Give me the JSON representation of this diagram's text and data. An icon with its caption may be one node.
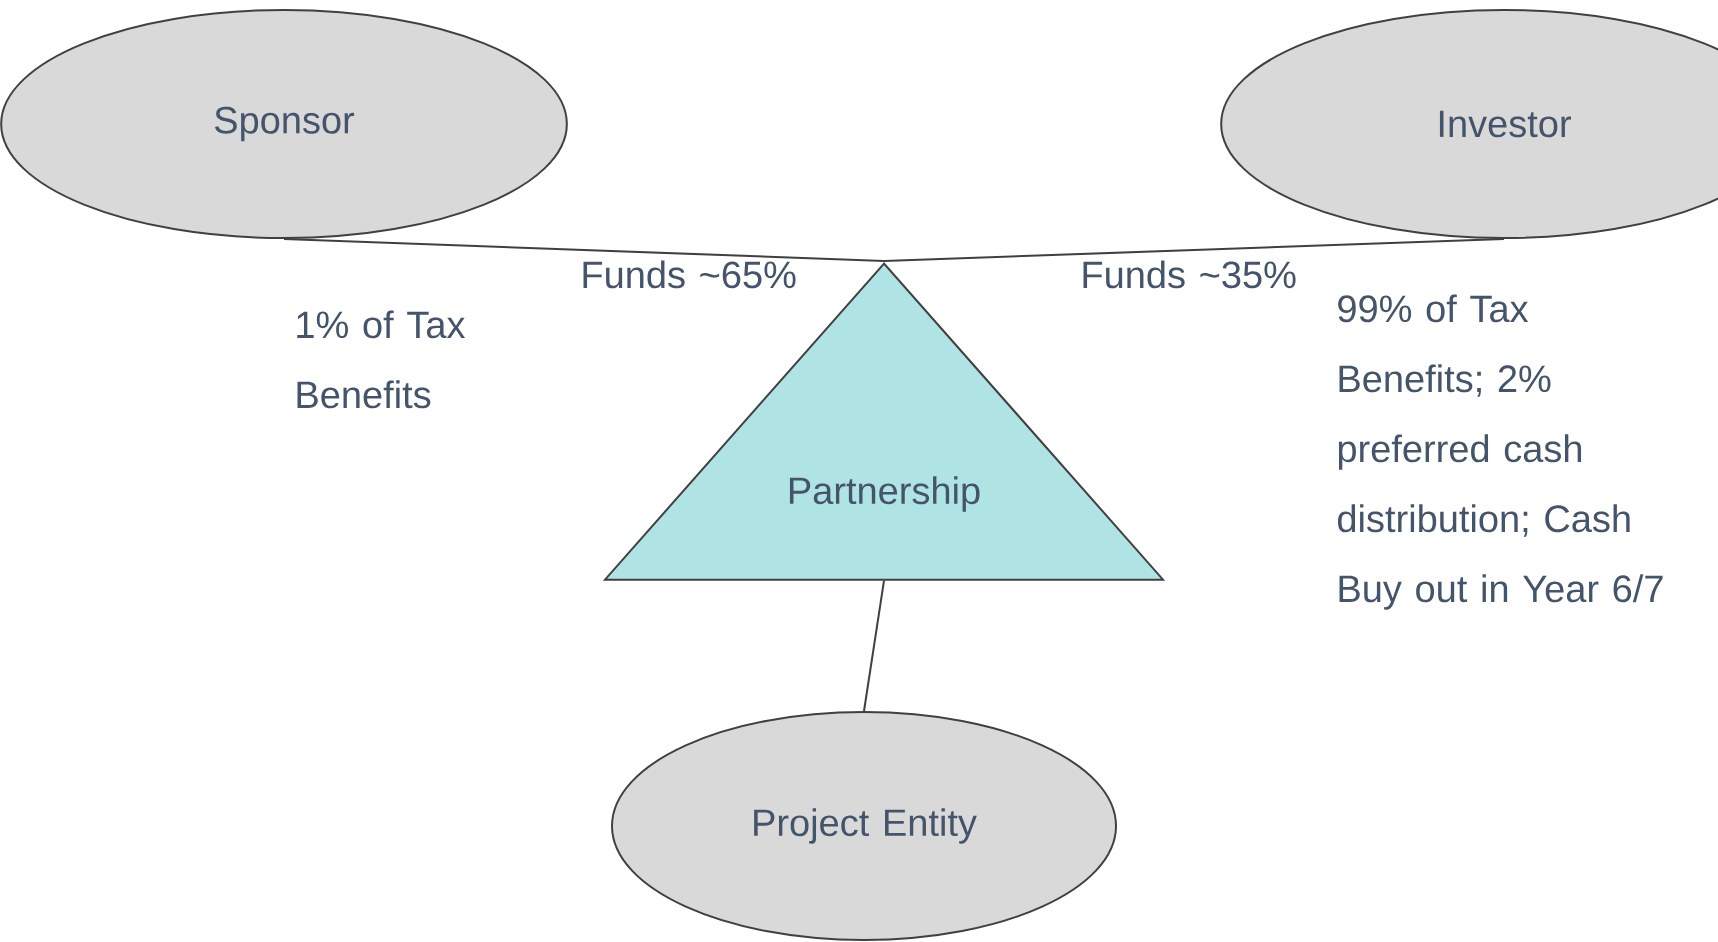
{
  "diagram": {
    "nodes": [
      {
        "text": [
          "Sponsor"
        ]
      },
      {
        "text": [
          "Investor"
        ]
      },
      {
        "text": [
          "Partnership"
        ]
      },
      {
        "text": [
          "Project Entity"
        ]
      }
    ],
    "edges": [
      {
        "from": 0,
        "to": 2,
        "arrow": "none"
      },
      {
        "from": 1,
        "to": 2,
        "arrow": "none"
      },
      {
        "from": 2,
        "to": 3,
        "arrow": "none"
      }
    ],
    "labels": [
      "Funds ~65%",
      "Funds ~35%",
      "1% of Tax Benefits",
      "99% of Tax Benefits; 2% preferred cash distribution; Cash Buy out in Year 6/7"
    ]
  }
}
